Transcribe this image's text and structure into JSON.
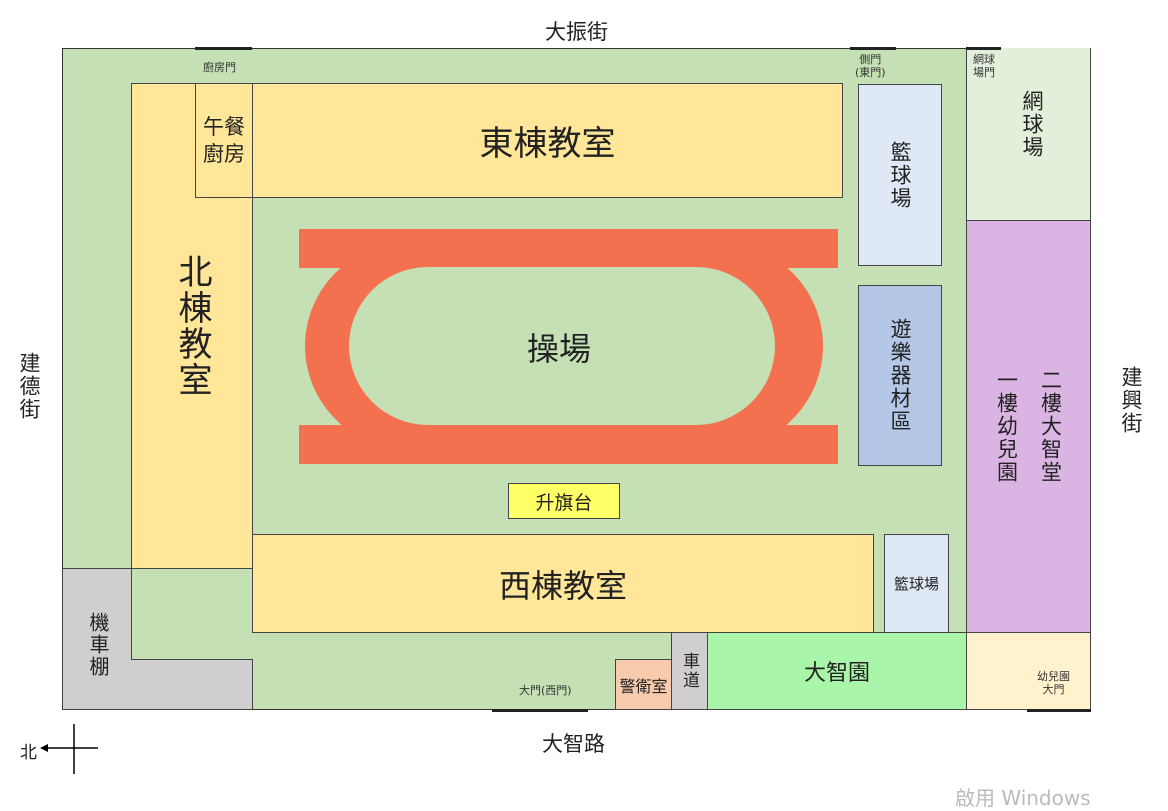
{
  "streets": {
    "top": "大振街",
    "left": "建德街",
    "right": "建興街",
    "bottom": "大智路"
  },
  "buildings": {
    "east_classroom": "東棟教室",
    "north_classroom": "北棟教室",
    "west_classroom": "西棟教室",
    "kitchen": "午餐廚房",
    "basketball_top": "籃球場",
    "playground_equipment": "遊樂器材區",
    "tennis": "網球場",
    "kindergarten_right": "二樓大智堂",
    "kindergarten_left": "一樓幼兒園",
    "basketball_small": "籃球場",
    "dazhi_garden": "大智園",
    "driveway": "車道",
    "guard_room": "警衛室",
    "scooter_shed": "機車棚",
    "field": "操場",
    "flag_platform": "升旗台"
  },
  "gates": {
    "kitchen_gate": "廚房門",
    "side_gate_1": "側門",
    "side_gate_2": "(東門)",
    "tennis_gate_1": "網球",
    "tennis_gate_2": "場門",
    "main_gate": "大門(西門)",
    "kinder_gate_1": "幼兒園",
    "kinder_gate_2": "大門"
  },
  "compass": {
    "north": "北"
  },
  "watermark": "啟用 Windows",
  "colors": {
    "lawn": "#c5e0b4",
    "building": "#ffe699",
    "track": "#f4714f",
    "kindergarten": "#dab5e3"
  }
}
